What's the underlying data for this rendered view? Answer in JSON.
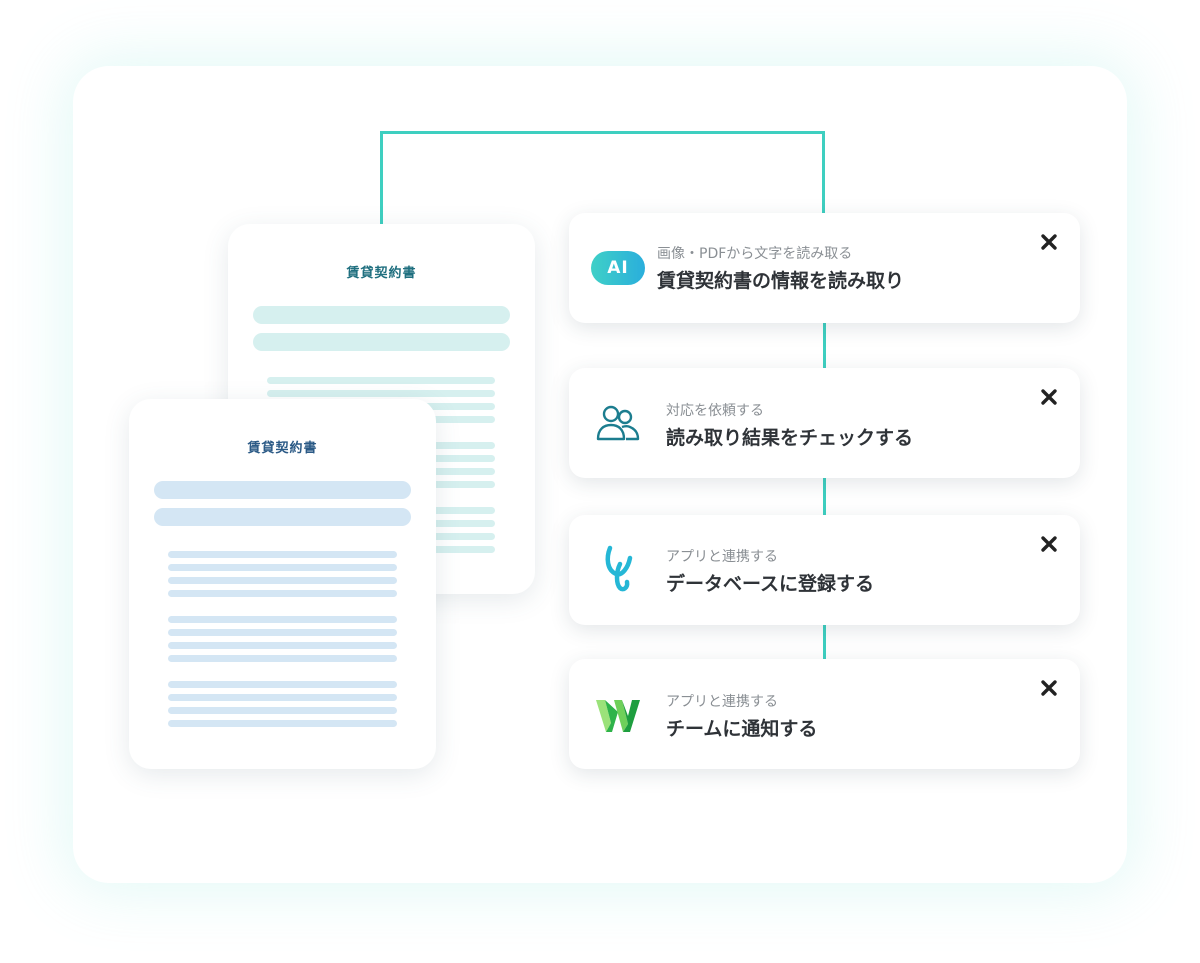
{
  "documents": [
    {
      "title": "賃貸契約書",
      "accent": "#1f6f7f",
      "bar_color": "#d6f0ef"
    },
    {
      "title": "賃貸契約書",
      "accent": "#2b5a86",
      "bar_color": "#d4e6f4"
    }
  ],
  "steps": [
    {
      "icon": "ai-badge",
      "badge_text": "AI",
      "subtitle": "画像・PDFから文字を読み取る",
      "title": "賃貸契約書の情報を読み取り"
    },
    {
      "icon": "users-icon",
      "subtitle": "対応を依頼する",
      "title": "読み取り結果をチェックする"
    },
    {
      "icon": "app-logo-icon",
      "subtitle": "アプリと連携する",
      "title": "データベースに登録する"
    },
    {
      "icon": "w-logo-icon",
      "subtitle": "アプリと連携する",
      "title": "チームに通知する"
    }
  ],
  "colors": {
    "connector": "#3ecfc0",
    "ai_gradient_start": "#3fd0c7",
    "ai_gradient_end": "#2aaedc",
    "users_icon": "#1c7d8f",
    "app_logo": "#25b7d6",
    "w_logo_green": "#2fb34a",
    "close_icon": "#222222"
  }
}
